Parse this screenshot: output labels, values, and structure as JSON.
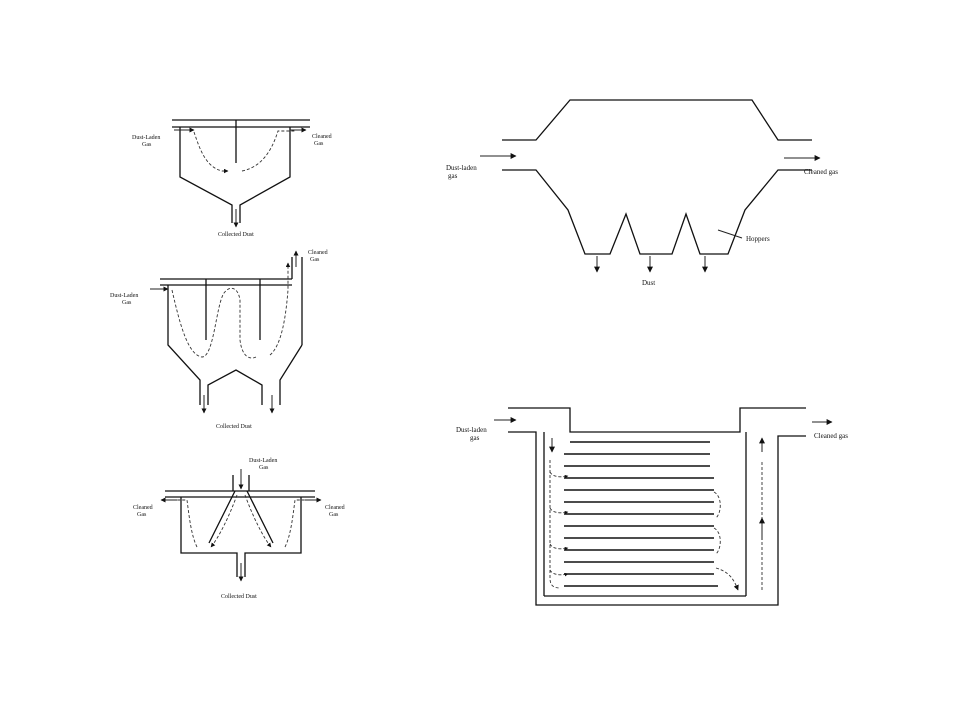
{
  "diagram_1": {
    "inlet_label": [
      "Dust-Laden",
      "Gas"
    ],
    "outlet_label": [
      "Cleaned",
      "Gas"
    ],
    "bottom_label": "Collected Dust"
  },
  "diagram_2": {
    "inlet_label": [
      "Dust-Laden",
      "Gas"
    ],
    "outlet_label": [
      "Cleaned",
      "Gas"
    ],
    "bottom_label": "Collected Dust"
  },
  "diagram_3": {
    "inlet_label": [
      "Dust-Laden",
      "Gas"
    ],
    "outlet_left_label": [
      "Cleaned",
      "Gas"
    ],
    "outlet_right_label": [
      "Cleaned",
      "Gas"
    ],
    "bottom_label": "Collected Dust"
  },
  "diagram_4": {
    "inlet_label": [
      "Dust-laden",
      "gas"
    ],
    "outlet_label": "Cleaned gas",
    "hoppers_label": "Hoppers",
    "bottom_label": "Dust"
  },
  "diagram_5": {
    "inlet_label": [
      "Dust-laden",
      "gas"
    ],
    "outlet_label": "Cleaned gas"
  }
}
